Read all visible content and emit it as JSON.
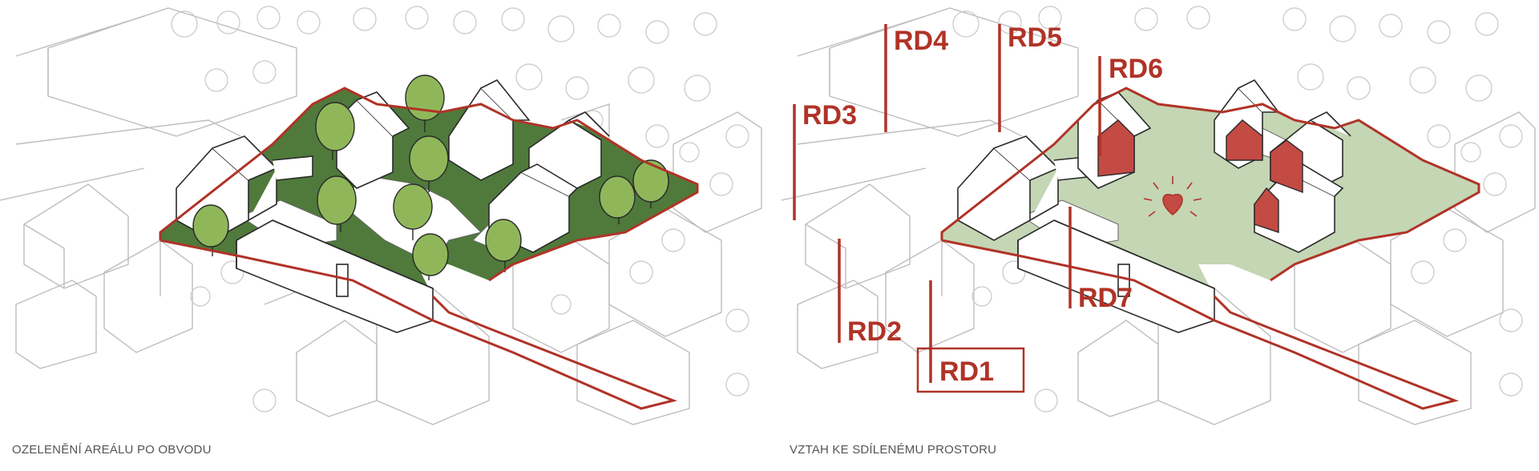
{
  "colors": {
    "boundary": "#b03327",
    "green_dark": "#4f7a3b",
    "green_light": "#c4d6b4",
    "tree": "#8fb75a",
    "roof_red": "#c44a44",
    "line_grey": "#bdbdbd",
    "ink": "#2a2a2a"
  },
  "left_panel": {
    "caption": "OZELENĚNÍ AREÁLU PO OBVODU"
  },
  "right_panel": {
    "caption": "VZTAH KE SDÍLENÉMU PROSTORU",
    "labels": {
      "rd1": "RD1",
      "rd2": "RD2",
      "rd3": "RD3",
      "rd4": "RD4",
      "rd5": "RD5",
      "rd6": "RD6",
      "rd7": "RD7"
    },
    "heart_icon": "heart-icon"
  }
}
